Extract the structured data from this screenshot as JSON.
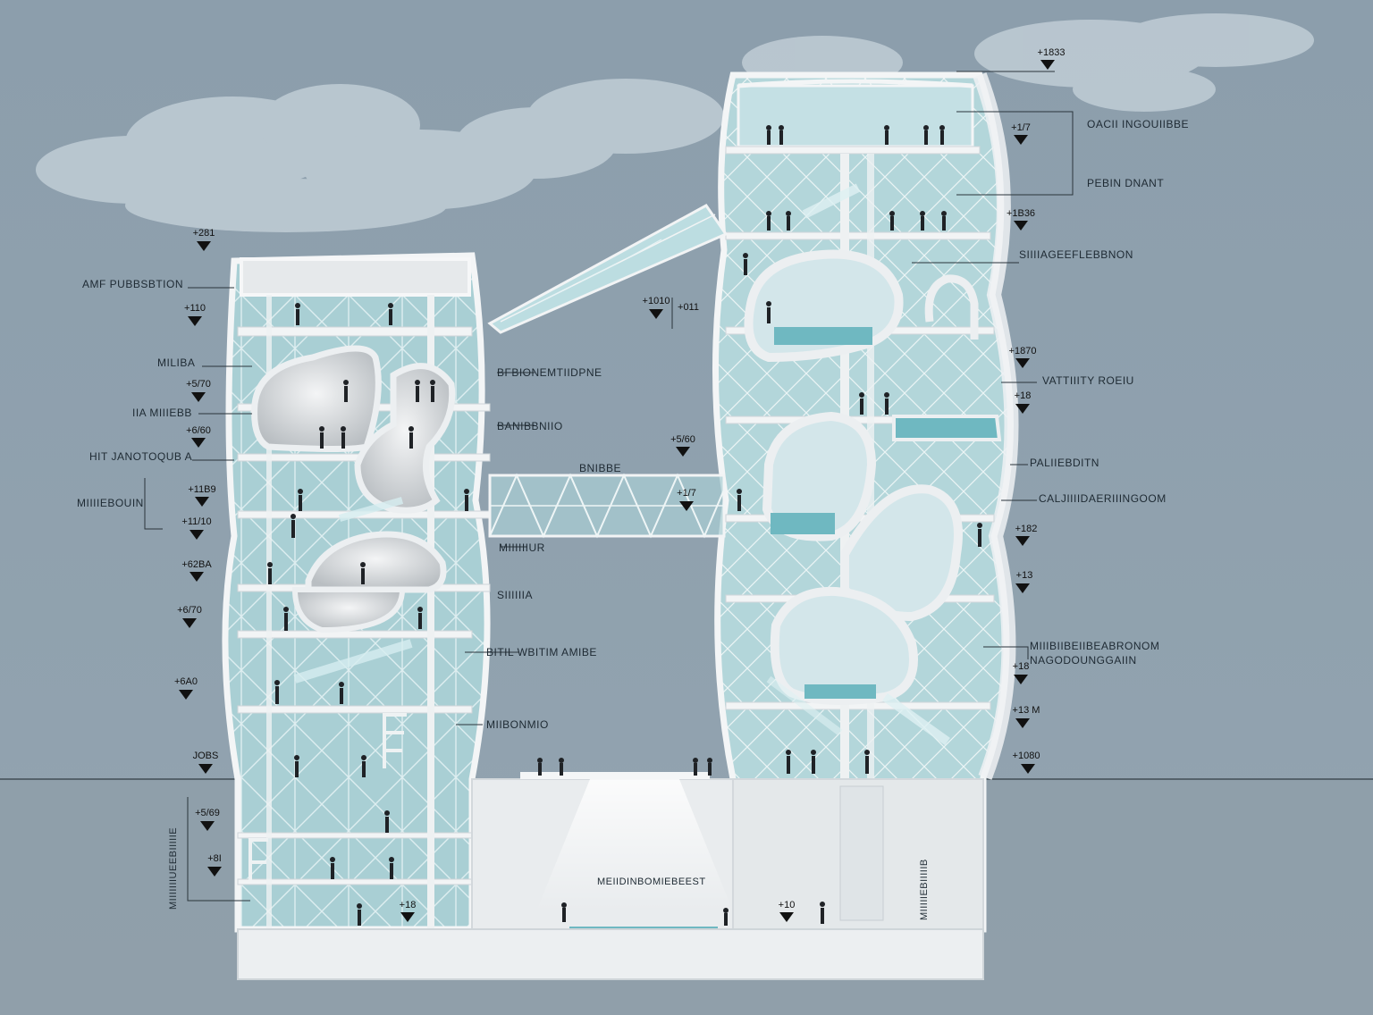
{
  "colors": {
    "sky": "#8fa0ad",
    "glass": "#a9cfd4",
    "frame": "#f2f4f5",
    "ground": "#e9edef",
    "pool": "#6fb8c1",
    "pod": "#d8dcdf"
  },
  "left_labels": {
    "l1": "AMF PUBBSBTION",
    "l2": "MILIBA",
    "l3": "IIA MIIIEBB",
    "l4": "HIT JANOTOQUB A",
    "l5": "MIIIIEBOUIN"
  },
  "center_labels": {
    "c1": "BFBIONEMTIIDPNE",
    "c2": "BANIBBNIIO",
    "c3": "BNIBBE",
    "c4": "MIIIIIIUR",
    "c5": "SIIIIIIA",
    "c6": "BITIL WBITIM AMIBE",
    "c7": "MIIBONMIO",
    "c8": "MEIIDINBOMIEBEEST"
  },
  "right_labels": {
    "r1": "OACII INGOUIIBBE",
    "r2": "PEBIN DNANT",
    "r3": "SIIIIAGEEFLEBBNON",
    "r4": "VATTIIITY ROEIU",
    "r5": "PALIIEBDITN",
    "r6": "CALJIIIIDAERIIINGOOM",
    "r7": "MIIIBIIBEIIBEABRONOM",
    "r8": "NAGODOUNGGAIIN"
  },
  "elevations_left": {
    "e1": "+281",
    "e2": "+110",
    "e3": "+5/70",
    "e4": "+6/60",
    "e5": "+11B9",
    "e6": "+11/10",
    "e7": "+62BA",
    "e8": "+6/70",
    "e9": "+6A0",
    "e10": "JOBS",
    "e11": "+5/69",
    "e12": "+8I",
    "e13": "+18"
  },
  "elevations_center": {
    "e14": "+1010",
    "e15": "+011",
    "e16": "+5/60",
    "e17": "+1/7",
    "e18": "+10"
  },
  "elevations_right": {
    "e19": "+1833",
    "e20": "+1/7",
    "e21": "+1B36",
    "e22": "+1870",
    "e23": "+18",
    "e24": "+182",
    "e25": "+13",
    "e26": "+18",
    "e27": "+13 M",
    "e28": "+1080"
  },
  "basement_vertical": "MIIIIIIIUEEBIIIIIE",
  "basement_right_vertical": "MIIIIIEBIIIIIB"
}
